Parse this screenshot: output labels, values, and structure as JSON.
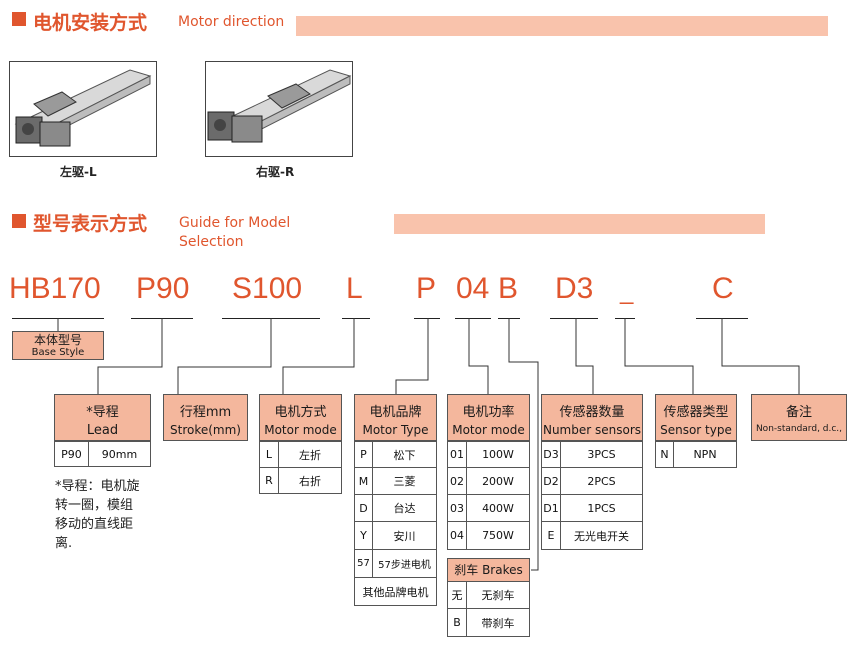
{
  "section1": {
    "title_cn": "电机安装方式",
    "title_en": "Motor direction"
  },
  "photos": [
    {
      "caption": "左驱-L"
    },
    {
      "caption": "右驱-R"
    }
  ],
  "section2": {
    "title_cn": "型号表示方式",
    "title_en_line1": "Guide for Model",
    "title_en_line2": "Selection"
  },
  "model_code": [
    "HB170",
    "P90",
    "S100",
    "L",
    "P",
    "04",
    "B",
    "D3",
    "_",
    "C"
  ],
  "base_style": {
    "cn": "本体型号",
    "en": "Base Style"
  },
  "lead": {
    "cn": "*导程",
    "en": "Lead",
    "code": "P90",
    "value": "90mm",
    "note": [
      "*导程：电机旋",
      "转一圈，模组",
      "移动的直线距",
      "离."
    ]
  },
  "stroke": {
    "cn": "行程mm",
    "en": "Stroke(mm)"
  },
  "motor_mode": {
    "cn": "电机方式",
    "en": "Motor mode",
    "rows": [
      {
        "code": "L",
        "label": "左折"
      },
      {
        "code": "R",
        "label": "右折"
      }
    ]
  },
  "motor_type": {
    "cn": "电机品牌",
    "en": "Motor Type",
    "rows": [
      {
        "code": "P",
        "label": "松下"
      },
      {
        "code": "M",
        "label": "三菱"
      },
      {
        "code": "D",
        "label": "台达"
      },
      {
        "code": "Y",
        "label": "安川"
      },
      {
        "code": "57",
        "label": "57步进电机"
      }
    ],
    "other": "其他品牌电机"
  },
  "motor_power": {
    "cn": "电机功率",
    "en": "Motor mode",
    "rows": [
      {
        "code": "01",
        "label": "100W"
      },
      {
        "code": "02",
        "label": "200W"
      },
      {
        "code": "03",
        "label": "400W"
      },
      {
        "code": "04",
        "label": "750W"
      }
    ]
  },
  "brakes": {
    "label": "刹车 Brakes",
    "rows": [
      {
        "code": "无",
        "label": "无刹车"
      },
      {
        "code": "B",
        "label": "带刹车"
      }
    ]
  },
  "sensors": {
    "cn": "传感器数量",
    "en": "Number sensors",
    "rows": [
      {
        "code": "D3",
        "label": "3PCS"
      },
      {
        "code": "D2",
        "label": "2PCS"
      },
      {
        "code": "D1",
        "label": "1PCS"
      },
      {
        "code": "E",
        "label": "无光电开关"
      }
    ]
  },
  "sensor_type": {
    "cn": "传感器类型",
    "en": "Sensor type",
    "code": "N",
    "value": "NPN"
  },
  "remark": {
    "cn": "备注",
    "en": "Non-standard, d.c.,"
  },
  "colors": {
    "accent": "#e0562e",
    "header_fill": "#f4b79d",
    "bar_fill": "#f9c3ac"
  }
}
